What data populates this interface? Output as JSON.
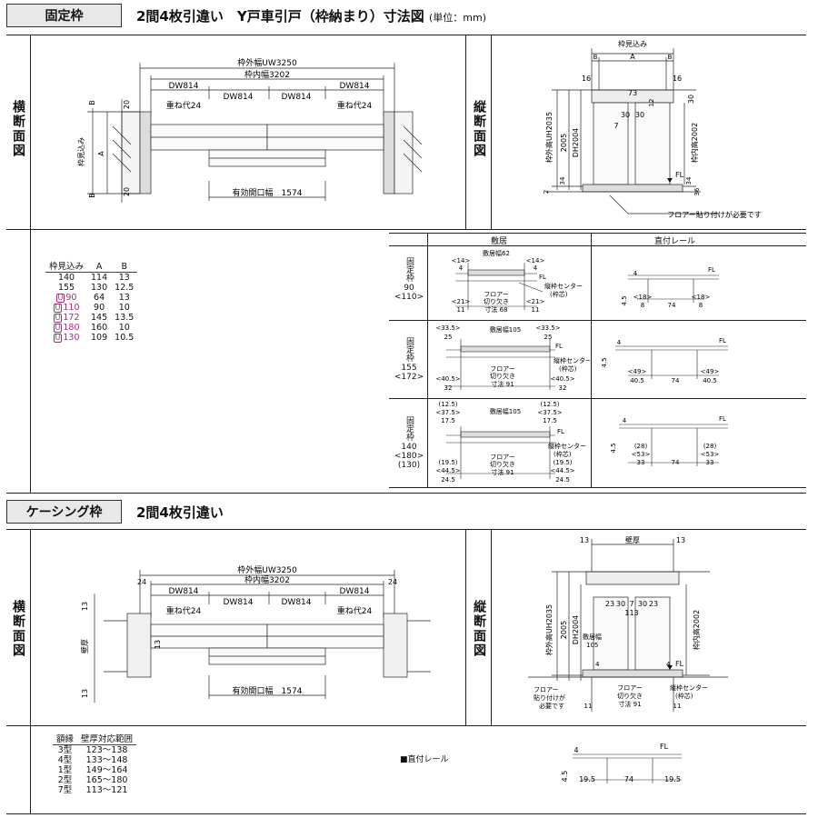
{
  "section1": {
    "badge": "固定枠",
    "title": "2間4枚引違い　Y戸車引戸（枠納まり）寸法図",
    "unit": "(単位：mm)"
  },
  "section2": {
    "badge": "ケーシング枠",
    "title": "2間4枚引違い"
  },
  "labels": {
    "horizontal": "横断面図",
    "vertical": "縦断面図"
  },
  "hplan1": {
    "outer": "枠外幅UW3250",
    "inner": "枠内幅3202",
    "dw1": "DW814",
    "dw2": "DW814",
    "dw3": "DW814",
    "dw4": "DW814",
    "overlap1": "重ね代24",
    "overlap2": "重ね代24",
    "opening": "有効開口幅　1574",
    "depth": "枠見込み",
    "a": "A",
    "b1": "B",
    "b2": "B",
    "n20a": "20",
    "n20b": "20"
  },
  "vplan1": {
    "depth": "枠見込み",
    "a": "A",
    "b1": "B",
    "b2": "B",
    "n16a": "16",
    "n16b": "16",
    "n73": "73",
    "n12": "12",
    "n30a": "30",
    "n30b": "30",
    "n30c": "30",
    "n7": "7",
    "n34a": "34",
    "n34b": "34",
    "n2": "2",
    "n36": "36",
    "uh": "枠外高UH2035",
    "h2005": "2005",
    "dh": "DH2004",
    "inner_h": "枠内高2002",
    "fl": "FL",
    "floor_note": "フロアー貼り付けが必要です"
  },
  "table1": {
    "headers": [
      "枠見込み",
      "A",
      "B"
    ],
    "rows": [
      {
        "k": "140",
        "u": false,
        "a": "114",
        "b": "13"
      },
      {
        "k": "155",
        "u": false,
        "a": "130",
        "b": "12.5"
      },
      {
        "k": "90",
        "u": true,
        "a": "64",
        "b": "13"
      },
      {
        "k": "110",
        "u": true,
        "a": "90",
        "b": "10"
      },
      {
        "k": "172",
        "u": true,
        "a": "145",
        "b": "13.5"
      },
      {
        "k": "180",
        "u": true,
        "a": "160",
        "b": "10"
      },
      {
        "k": "130",
        "u": true,
        "a": "109",
        "b": "10.5"
      }
    ],
    "u_mark": "U"
  },
  "detail": {
    "col1": "敷居",
    "col2": "直付レール",
    "row1": {
      "side": "固定枠",
      "num": "90",
      "num2": "<110>",
      "top": "敷居幅62",
      "l14": "<14>",
      "l4": "4",
      "r14": "<14>",
      "r4": "4",
      "note1": "フロアー",
      "note2": "切り欠き",
      "note3": "寸法 68",
      "center": "縦枠センター",
      "center2": "(枠芯)",
      "l21": "<21>",
      "l11": "11",
      "r21": "<21>",
      "r11": "11",
      "fl": "FL",
      "rail_45": "4.5",
      "rail_4": "4",
      "rail_fl": "FL",
      "rail_l18": "<18>",
      "rail_l8": "8",
      "rail_74": "74",
      "rail_r18": "<18>",
      "rail_r8": "8"
    },
    "row2": {
      "side": "固定枠",
      "num": "155",
      "num2": "<172>",
      "top": "敷居幅105",
      "l335": "<33.5>",
      "l25": "25",
      "r335": "<33.5>",
      "r25": "25",
      "note1": "フロアー",
      "note2": "切り欠き",
      "note3": "寸法 91",
      "center": "縦枠センター",
      "center2": "(枠芯)",
      "l405": "<40.5>",
      "l32": "32",
      "r405": "<40.5>",
      "r32": "32",
      "fl": "FL",
      "rail_45": "4.5",
      "rail_4": "4",
      "rail_fl": "FL",
      "rail_l49": "<49>",
      "rail_l405": "40.5",
      "rail_74": "74",
      "rail_r49": "<49>",
      "rail_r405": "40.5"
    },
    "row3": {
      "side": "固定枠",
      "num": "140",
      "num2": "<180>",
      "num3": "(130)",
      "top": "敷居幅105",
      "l125": "(12.5)",
      "l375": "<37.5>",
      "l175": "17.5",
      "r125": "(12.5)",
      "r375": "<37.5>",
      "r175": "17.5",
      "note1": "フロアー",
      "note2": "切り欠き",
      "note3": "寸法 91",
      "center": "縦枠センター",
      "center2": "(枠芯)",
      "l195": "(19.5)",
      "l445": "<44.5>",
      "l245": "24.5",
      "r195": "(19.5)",
      "r445": "<44.5>",
      "r245": "24.5",
      "fl": "FL",
      "rail_45": "4.5",
      "rail_4": "4",
      "rail_fl": "FL",
      "rail_l28": "(28)",
      "rail_l53": "<53>",
      "rail_l33": "33",
      "rail_74": "74",
      "rail_r28": "(28)",
      "rail_r53": "<53>",
      "rail_r33": "33"
    }
  },
  "hplan2": {
    "outer": "枠外幅UW3250",
    "inner": "枠内幅3202",
    "dw1": "DW814",
    "dw2": "DW814",
    "dw3": "DW814",
    "dw4": "DW814",
    "overlap1": "重ね代24",
    "overlap2": "重ね代24",
    "opening": "有効開口幅　1574",
    "n24a": "24",
    "n24b": "24",
    "n13a": "13",
    "n13b": "13",
    "n13c": "13",
    "wall": "壁厚"
  },
  "vplan2": {
    "wall": "壁厚",
    "n13a": "13",
    "n13b": "13",
    "n23a": "23",
    "n30a": "30",
    "n7": "7",
    "n30b": "30",
    "n23b": "23",
    "n113": "113",
    "uh": "枠外高UH2035",
    "h2005": "2005",
    "dh": "DH2004",
    "inner_h": "枠内高2002",
    "sill": "敷居幅",
    "n105": "105",
    "n4a": "4",
    "n4b": "4",
    "fl": "FL",
    "n11a": "11",
    "n11b": "11",
    "center": "縦枠センター",
    "center2": "(枠芯)",
    "floor1": "フロアー",
    "floor2": "貼り付けが",
    "floor3": "必要です",
    "cut1": "フロアー",
    "cut2": "切り欠き",
    "cut3": "寸法 91"
  },
  "table2": {
    "headers": [
      "額縁",
      "壁厚対応範囲"
    ],
    "rows": [
      {
        "t": "3型",
        "r": "123～138"
      },
      {
        "t": "4型",
        "r": "133～148"
      },
      {
        "t": "1型",
        "r": "149～164"
      },
      {
        "t": "2型",
        "r": "165～180"
      },
      {
        "t": "7型",
        "r": "113～121"
      }
    ]
  },
  "rail2": {
    "label": "■直付レール",
    "n4": "4",
    "fl": "FL",
    "n45": "4.5",
    "l195": "19.5",
    "n74": "74",
    "r195": "19.5"
  }
}
